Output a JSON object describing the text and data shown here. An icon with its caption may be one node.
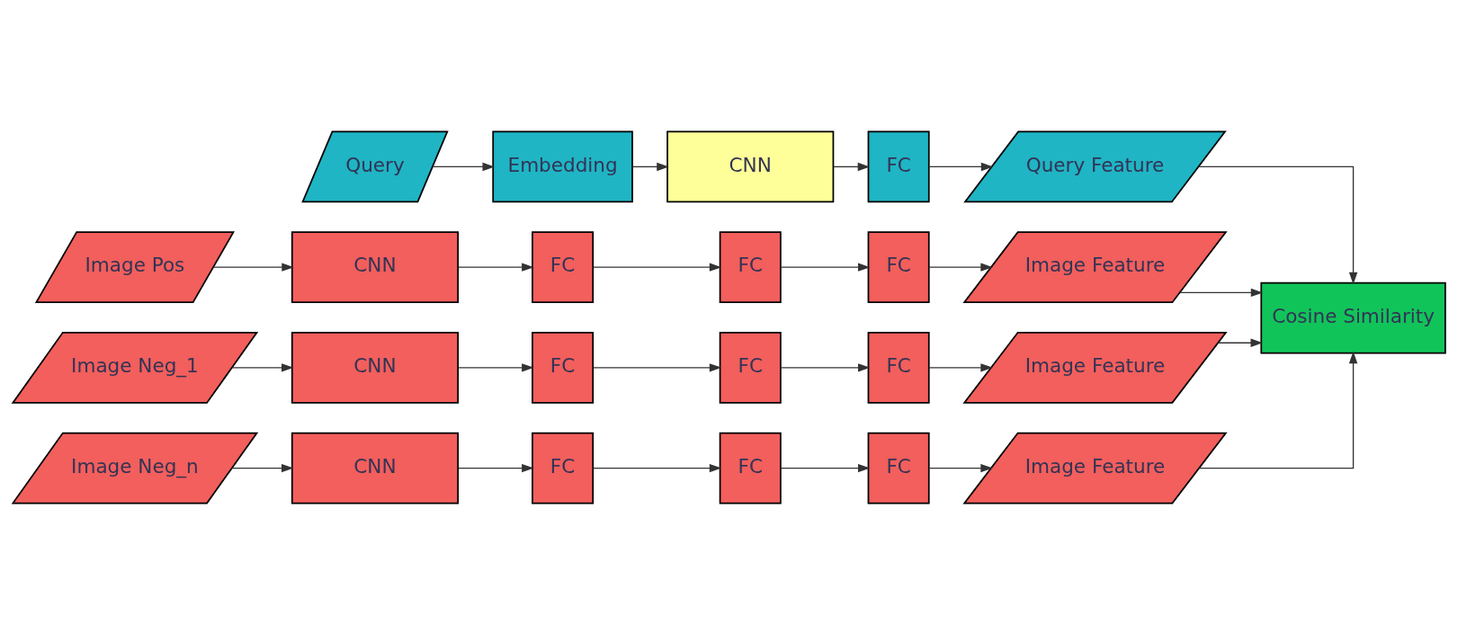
{
  "diagram": {
    "nodes": [
      {
        "text": [
          "Query"
        ]
      },
      {
        "text": [
          "Embedding"
        ]
      },
      {
        "text": [
          "CNN"
        ]
      },
      {
        "text": [
          "FC"
        ]
      },
      {
        "text": [
          "Query Feature"
        ]
      },
      {
        "text": [
          "Cosine Similarity"
        ]
      },
      {
        "text": [
          "Image Pos"
        ]
      },
      {
        "text": [
          "CNN"
        ]
      },
      {
        "text": [
          "FC"
        ]
      },
      {
        "text": [
          "FC"
        ]
      },
      {
        "text": [
          "FC"
        ]
      },
      {
        "text": [
          "Image Feature"
        ]
      },
      {
        "text": [
          "Image Neg_1"
        ]
      },
      {
        "text": [
          "CNN"
        ]
      },
      {
        "text": [
          "FC"
        ]
      },
      {
        "text": [
          "FC"
        ]
      },
      {
        "text": [
          "FC"
        ]
      },
      {
        "text": [
          "Image Feature"
        ]
      },
      {
        "text": [
          "Image Neg_n"
        ]
      },
      {
        "text": [
          "CNN"
        ]
      },
      {
        "text": [
          "FC"
        ]
      },
      {
        "text": [
          "FC"
        ]
      },
      {
        "text": [
          "FC"
        ]
      },
      {
        "text": [
          "Image Feature"
        ]
      }
    ],
    "edges": [
      {
        "from": 0,
        "to": 1,
        "arrow": "to"
      },
      {
        "from": 1,
        "to": 2,
        "arrow": "to"
      },
      {
        "from": 2,
        "to": 3,
        "arrow": "to"
      },
      {
        "from": 3,
        "to": 4,
        "arrow": "to"
      },
      {
        "from": 4,
        "to": 5,
        "arrow": "to"
      },
      {
        "from": 6,
        "to": 7,
        "arrow": "to"
      },
      {
        "from": 7,
        "to": 8,
        "arrow": "to"
      },
      {
        "from": 8,
        "to": 9,
        "arrow": "to"
      },
      {
        "from": 9,
        "to": 10,
        "arrow": "to"
      },
      {
        "from": 10,
        "to": 11,
        "arrow": "to"
      },
      {
        "from": 11,
        "to": 5,
        "arrow": "to"
      },
      {
        "from": 12,
        "to": 13,
        "arrow": "to"
      },
      {
        "from": 13,
        "to": 14,
        "arrow": "to"
      },
      {
        "from": 14,
        "to": 15,
        "arrow": "to"
      },
      {
        "from": 15,
        "to": 16,
        "arrow": "to"
      },
      {
        "from": 16,
        "to": 17,
        "arrow": "to"
      },
      {
        "from": 17,
        "to": 5,
        "arrow": "to"
      },
      {
        "from": 18,
        "to": 19,
        "arrow": "to"
      },
      {
        "from": 19,
        "to": 20,
        "arrow": "to"
      },
      {
        "from": 20,
        "to": 21,
        "arrow": "to"
      },
      {
        "from": 21,
        "to": 22,
        "arrow": "to"
      },
      {
        "from": 22,
        "to": 23,
        "arrow": "to"
      },
      {
        "from": 23,
        "to": 5,
        "arrow": "to"
      }
    ]
  }
}
